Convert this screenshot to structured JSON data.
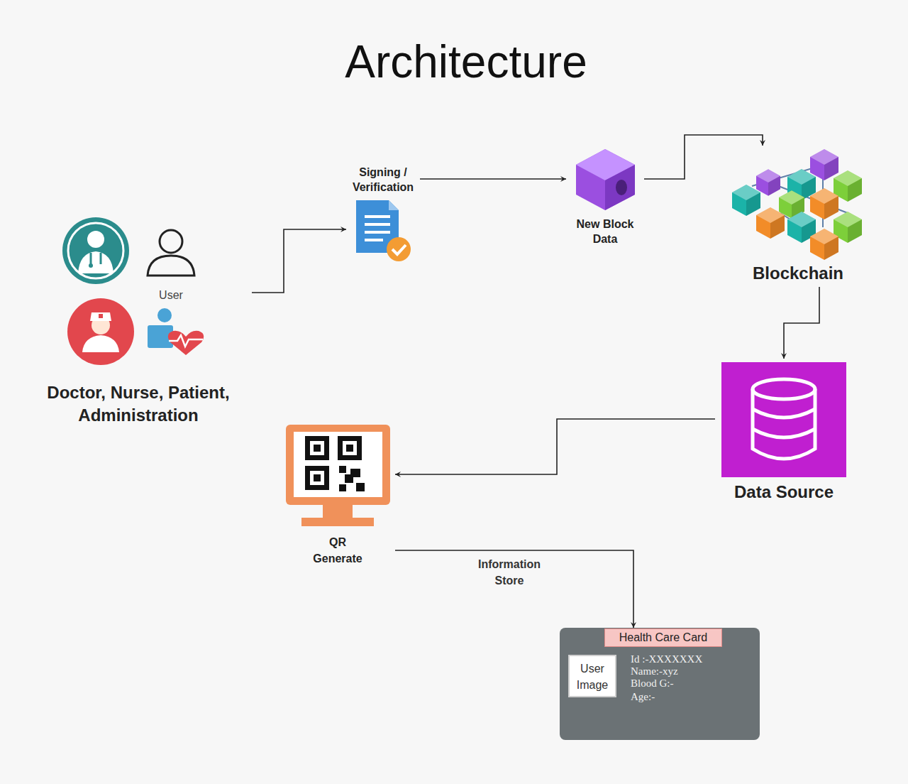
{
  "diagram": {
    "title": "Architecture",
    "nodes": [
      {
        "text": [
          "User",
          "Doctor, Nurse, Patient, Administration"
        ]
      },
      {
        "text": [
          "Signing / Verification"
        ]
      },
      {
        "text": [
          "New Block Data"
        ]
      },
      {
        "text": [
          "Blockchain"
        ]
      },
      {
        "text": [
          "Data Source"
        ]
      },
      {
        "text": [
          "QR Generate"
        ]
      },
      {
        "text": [
          "Health Care Card",
          "Id :-XXXXXXX",
          "Name:-xyz",
          "Blood G:-",
          "Age:-"
        ]
      },
      {
        "text": [
          "User Image"
        ],
        "in": 6
      }
    ],
    "edges": [
      {
        "from": 0,
        "to": 1,
        "arrow": "to"
      },
      {
        "from": 1,
        "to": 2,
        "arrow": "to"
      },
      {
        "from": 2,
        "to": 3,
        "arrow": "to"
      },
      {
        "from": 3,
        "to": 4,
        "arrow": "to"
      },
      {
        "from": 4,
        "to": 5,
        "arrow": "to"
      },
      {
        "from": 5,
        "to": 6,
        "label": "Information Store",
        "arrow": "to"
      }
    ]
  }
}
